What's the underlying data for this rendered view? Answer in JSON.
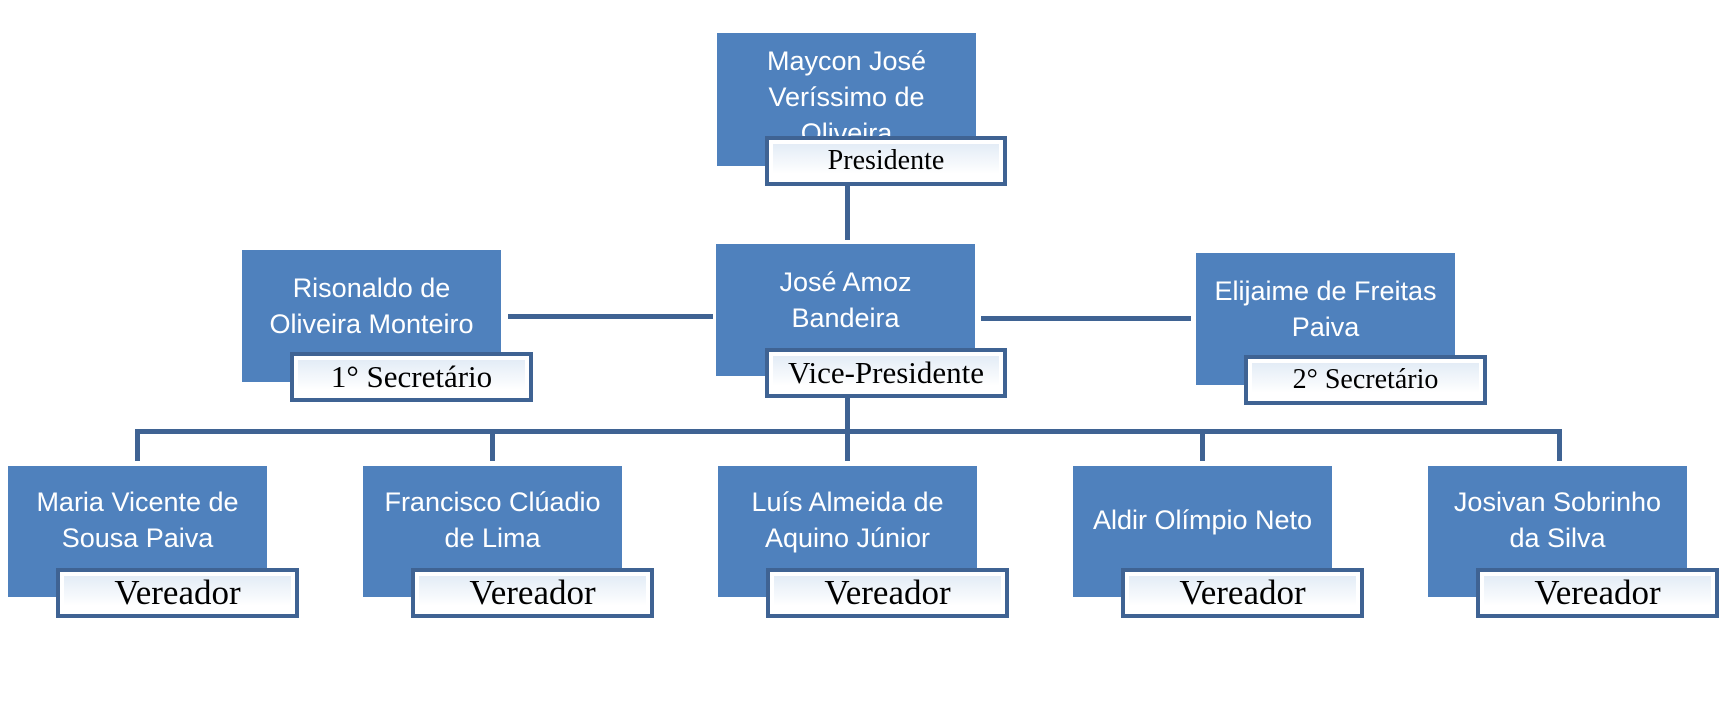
{
  "org_chart": {
    "president": {
      "name": "Maycon José Veríssimo de Oliveira",
      "role": "Presidente"
    },
    "vice_president": {
      "name": "José Amoz Bandeira",
      "role": "Vice-Presidente"
    },
    "first_secretary": {
      "name": "Risonaldo de Oliveira Monteiro",
      "role": "1° Secretário"
    },
    "second_secretary": {
      "name": "Elijaime de Freitas Paiva",
      "role": "2° Secretário"
    },
    "councilors": [
      {
        "name": "Maria Vicente de Sousa Paiva",
        "role": "Vereador"
      },
      {
        "name": "Francisco Clúadio de Lima",
        "role": "Vereador"
      },
      {
        "name": "Luís Almeida de Aquino Júnior",
        "role": "Vereador"
      },
      {
        "name": "Aldir Olímpio Neto",
        "role": "Vereador"
      },
      {
        "name": "Josivan Sobrinho da Silva",
        "role": "Vereador"
      }
    ],
    "colors": {
      "box": "#4f81bd",
      "connector": "#3f6393",
      "label_border": "#3f6393"
    }
  }
}
